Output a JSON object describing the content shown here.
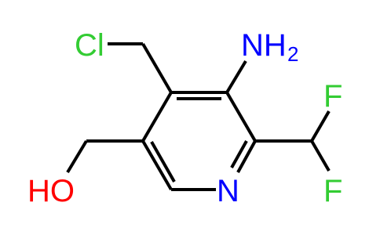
{
  "molecule": {
    "atoms": {
      "cl": {
        "label": "Cl",
        "color": "#33cc33"
      },
      "amine": {
        "label": "NH",
        "sub": "2",
        "color": "#0000ff"
      },
      "f_top": {
        "label": "F",
        "color": "#33cc33"
      },
      "f_bottom": {
        "label": "F",
        "color": "#33cc33"
      },
      "ring_n": {
        "label": "N",
        "color": "#0000ff"
      },
      "hydroxyl": {
        "label": "HO",
        "color": "#ff0000"
      }
    },
    "colors": {
      "bond": "#000000",
      "chlorine": "#33cc33",
      "fluorine": "#33cc33",
      "nitrogen": "#0000ff",
      "oxygen": "#ff0000"
    }
  }
}
